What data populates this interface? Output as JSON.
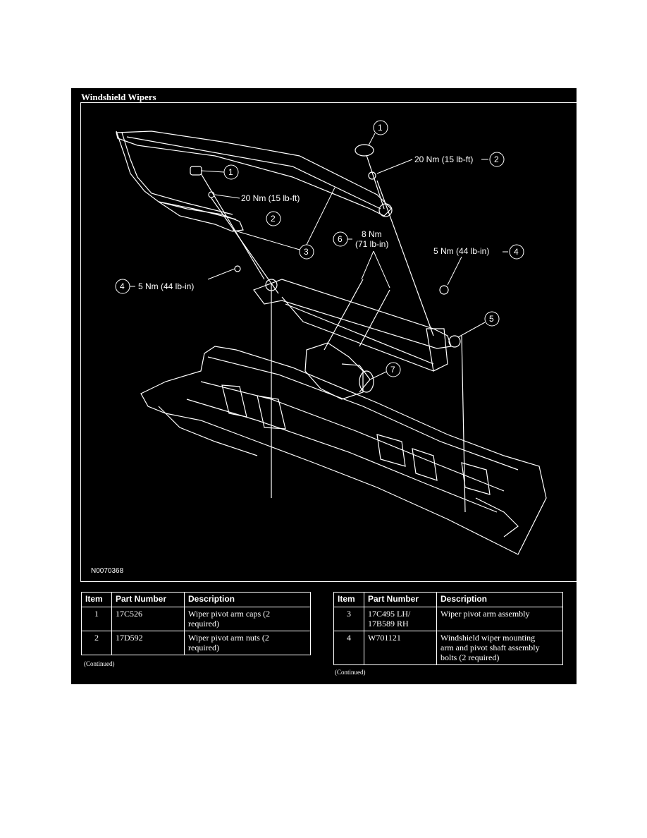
{
  "figure": {
    "title": "Windshield Wipers",
    "code": "N0070368",
    "callouts": [
      {
        "number": "1",
        "label": ""
      },
      {
        "number": "2",
        "label": "20 Nm (15 lb-ft)"
      },
      {
        "number": "3",
        "label": ""
      },
      {
        "number": "4",
        "label": "5 Nm (44 lb-in)"
      },
      {
        "number": "5",
        "label": ""
      },
      {
        "number": "6",
        "label_line1": "8 Nm",
        "label_line2": "(71 lb-in)"
      },
      {
        "number": "7",
        "label": ""
      }
    ]
  },
  "table_left": {
    "headers": [
      "Item",
      "Part Number",
      "Description"
    ],
    "rows": [
      {
        "item": "1",
        "part": "17C526",
        "desc_line1": "Wiper pivot arm caps (2",
        "desc_line2": "required)",
        "desc_line3": ""
      },
      {
        "item": "2",
        "part": "17D592",
        "desc_line1": "Wiper pivot arm nuts (2",
        "desc_line2": "required)",
        "desc_line3": ""
      }
    ],
    "continued": "(Continued)"
  },
  "table_right": {
    "headers": [
      "Item",
      "Part Number",
      "Description"
    ],
    "rows": [
      {
        "item": "3",
        "part_line1": "17C495 LH/",
        "part_line2": "17B589 RH",
        "desc_line1": "Wiper pivot arm assembly",
        "desc_line2": "",
        "desc_line3": ""
      },
      {
        "item": "4",
        "part_line1": "W701121",
        "part_line2": "",
        "desc_line1": "Windshield wiper mounting",
        "desc_line2": "arm and pivot shaft assembly",
        "desc_line3": "bolts (2 required)"
      }
    ],
    "continued": "(Continued)"
  }
}
